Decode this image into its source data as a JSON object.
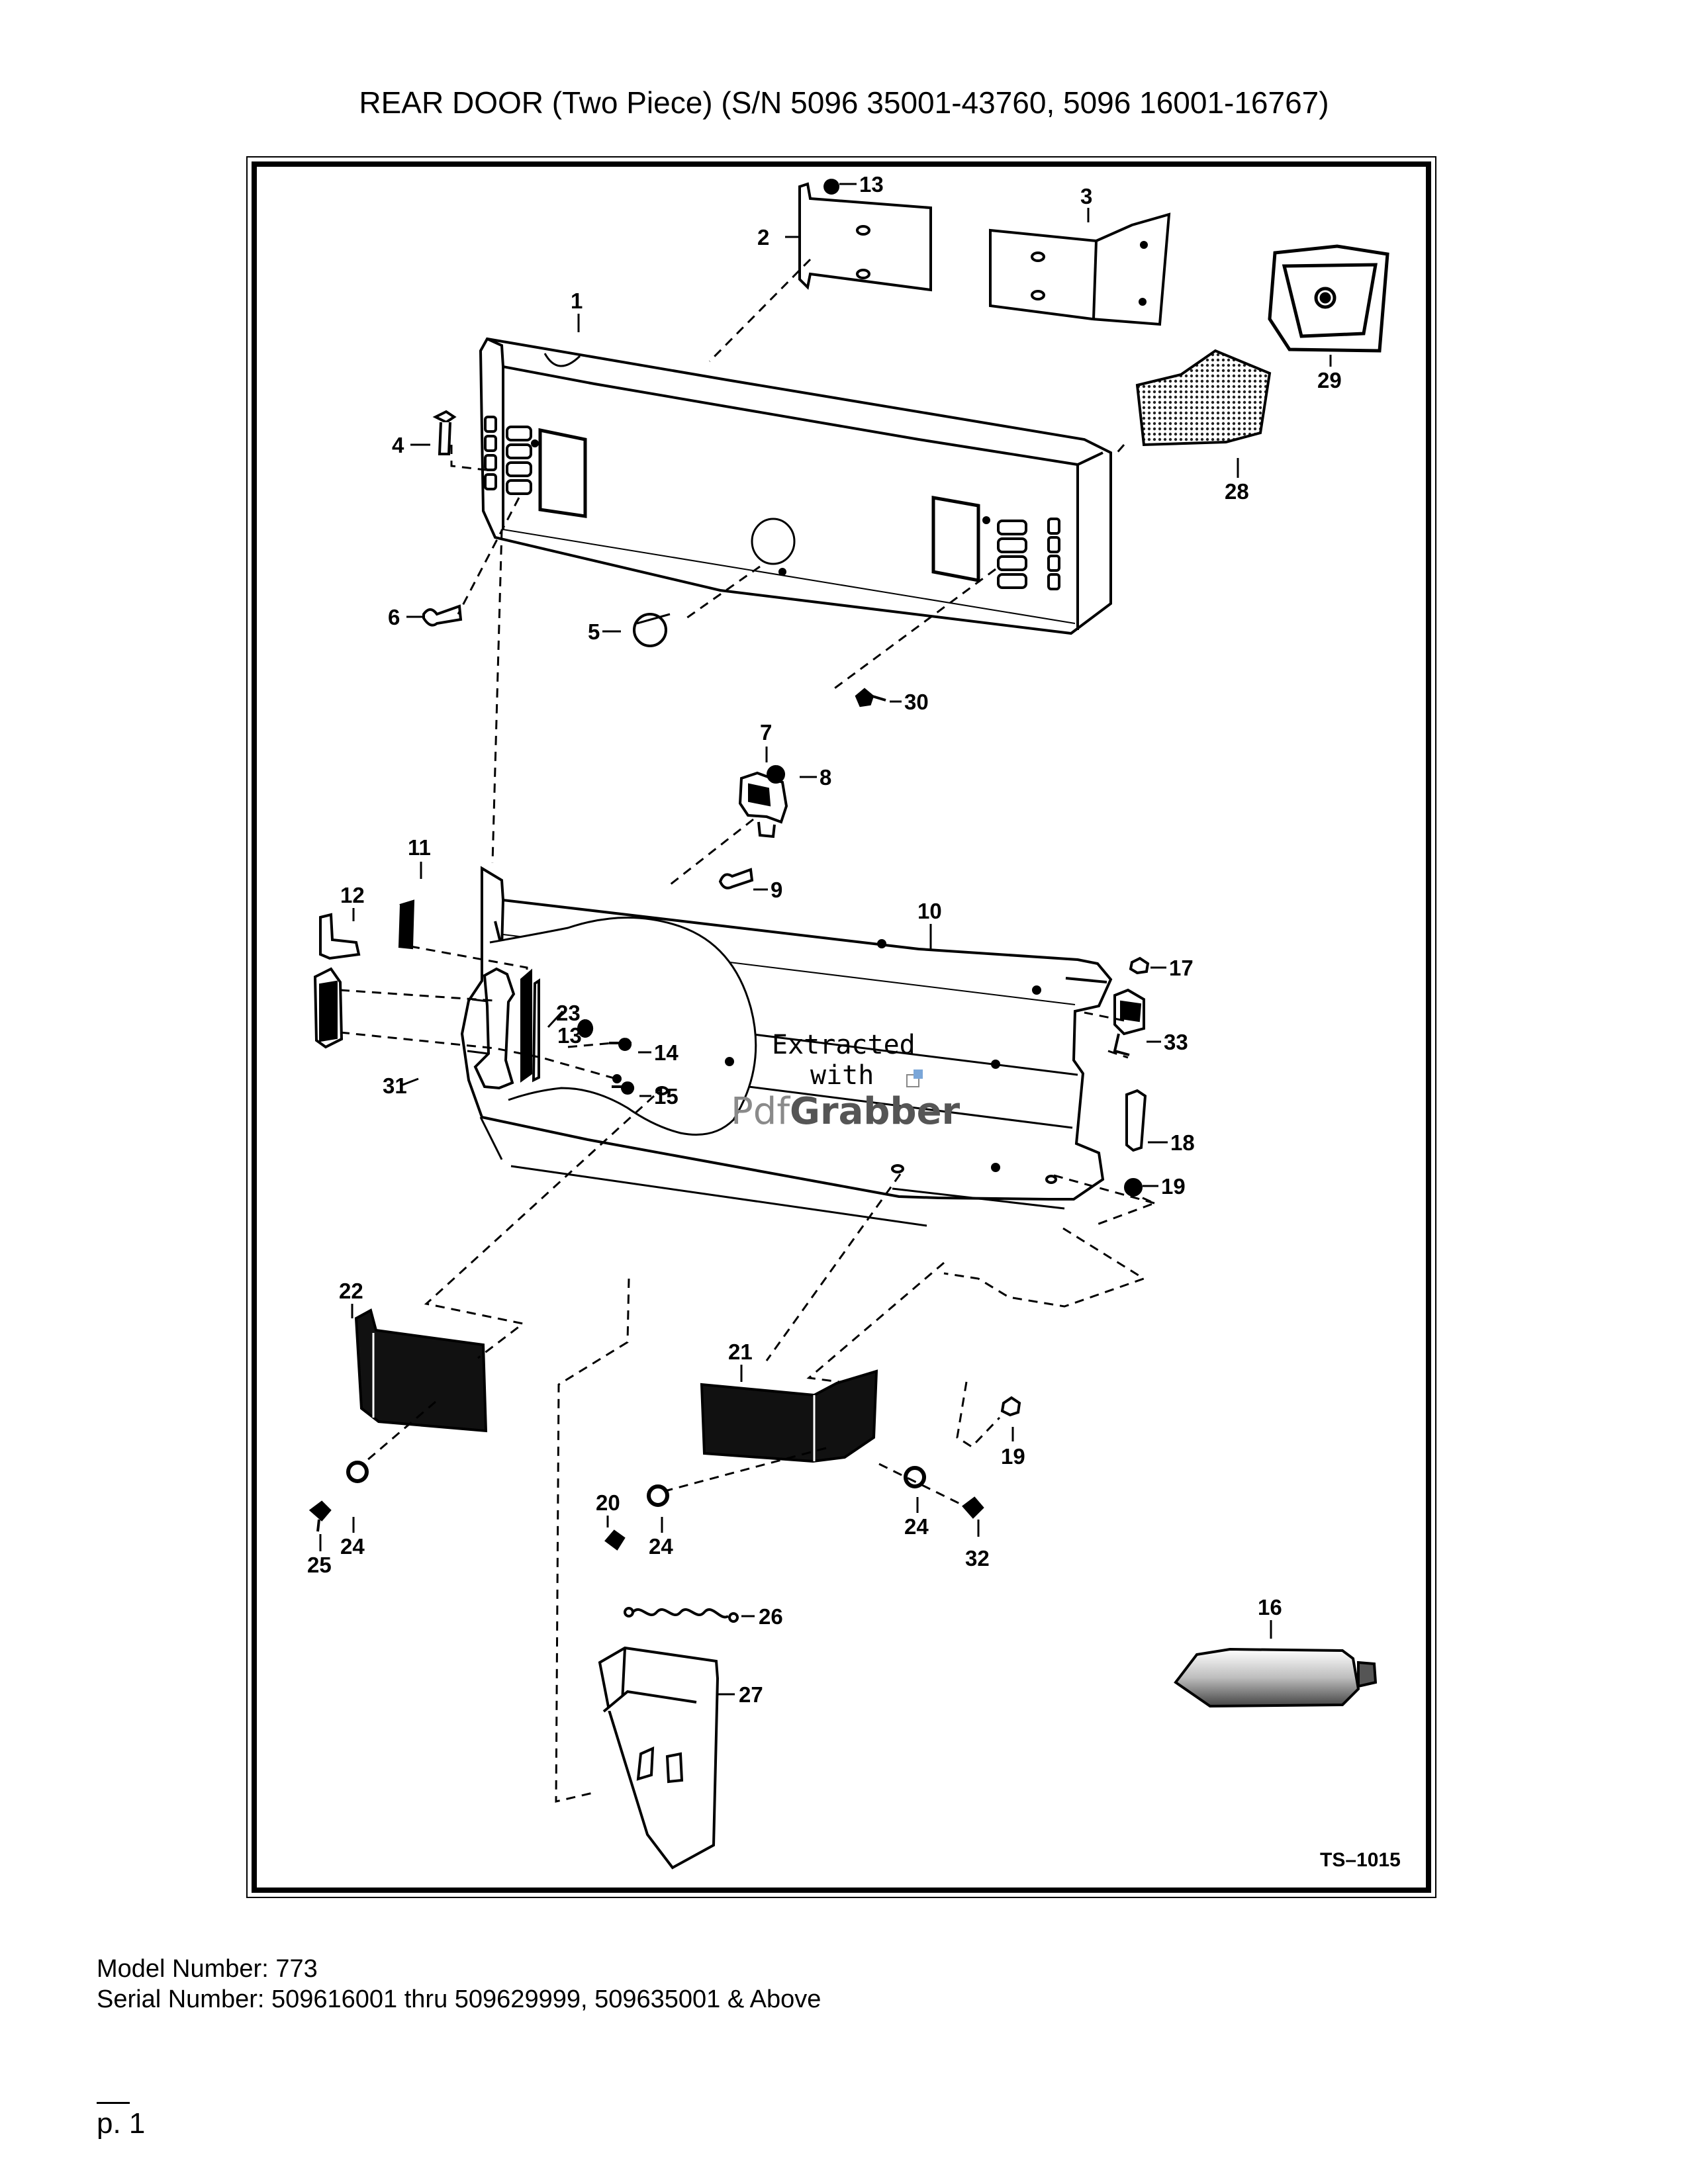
{
  "document": {
    "title": "REAR DOOR (Two Piece) (S/N 5096 35001-43760, 5096 16001-16767)",
    "model_line": "Model Number: 773",
    "serial_line": "Serial Number: 509616001 thru 509629999, 509635001 & Above",
    "page_label": "p. 1"
  },
  "diagram": {
    "figure_code": "TS–1015",
    "watermark": {
      "line1": "Extracted",
      "line2": "with",
      "brand_light": "Pdf",
      "brand_bold": "Grabber"
    },
    "callouts": [
      "1",
      "2",
      "3",
      "4",
      "5",
      "6",
      "7",
      "8",
      "9",
      "10",
      "11",
      "12",
      "13",
      "13",
      "14",
      "15",
      "16",
      "17",
      "18",
      "19",
      "19",
      "20",
      "21",
      "22",
      "23",
      "24",
      "24",
      "24",
      "25",
      "26",
      "27",
      "28",
      "29",
      "30",
      "31",
      "32",
      "33"
    ]
  }
}
